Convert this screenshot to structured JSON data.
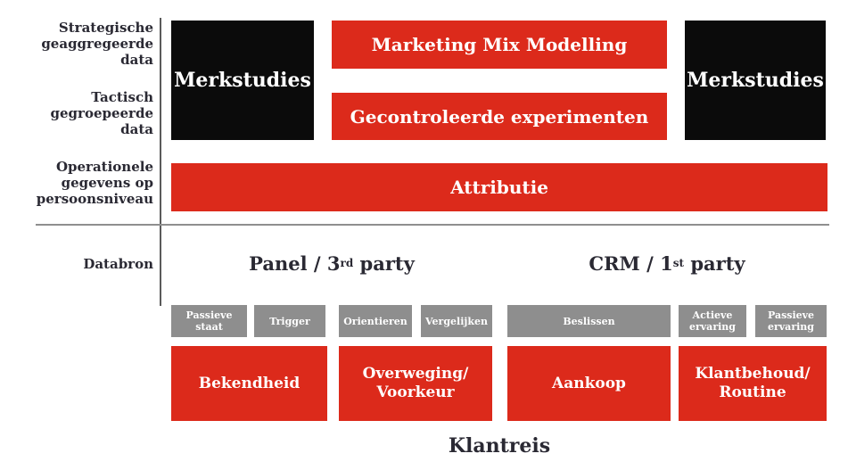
{
  "colors": {
    "red": "#DC2A1B",
    "black": "#0B0B0B",
    "gray": "#8E8E8E",
    "text_dark": "#2A2933",
    "line": "#8F8F8F"
  },
  "axis_labels": {
    "strategic": "Strategische\ngeaggregeerde\ndata",
    "tactical": "Tactisch\ngegroepeerde\ndata",
    "operational": "Operationele\ngegevens op\npersoonsniveau",
    "datasource": "Databron"
  },
  "methods": {
    "merkstudies_left": "Merkstudies",
    "marketing_mix_modelling": "Marketing Mix Modelling",
    "gecontroleerde_experimenten": "Gecontroleerde experimenten",
    "merkstudies_right": "Merkstudies",
    "attributie": "Attributie"
  },
  "data_sources": {
    "panel": {
      "prefix": "Panel / 3",
      "sup": "rd",
      "suffix": " party"
    },
    "crm": {
      "prefix": "CRM / 1",
      "sup": "st",
      "suffix": " party"
    }
  },
  "journey_stages": [
    {
      "label": "Passieve\nstaat"
    },
    {
      "label": "Trigger"
    },
    {
      "label": "Orientieren"
    },
    {
      "label": "Vergelijken"
    },
    {
      "label": "Beslissen"
    },
    {
      "label": "Actieve\nervaring"
    },
    {
      "label": "Passieve\nervaring"
    }
  ],
  "journey_phases": [
    {
      "label": "Bekendheid"
    },
    {
      "label": "Overweging/\nVoorkeur"
    },
    {
      "label": "Aankoop"
    },
    {
      "label": "Klantbehoud/\nRoutine"
    }
  ],
  "footer": {
    "label": "Klantreis"
  }
}
